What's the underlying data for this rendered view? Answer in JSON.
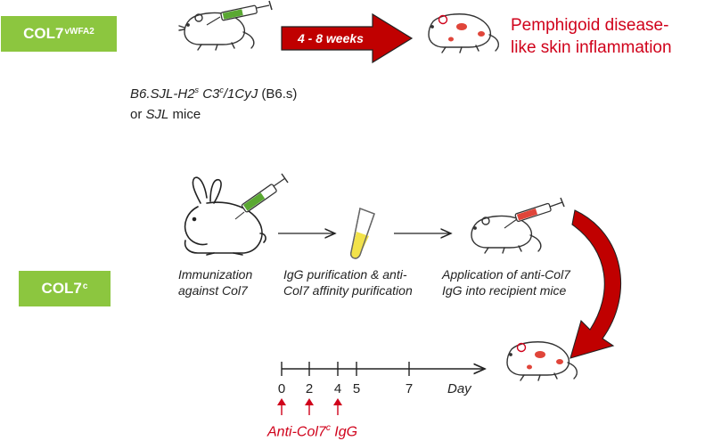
{
  "model1": {
    "tag": "COL7",
    "tag_sup": "vWFA2",
    "duration": "4 - 8 weeks",
    "outcome_line1": "Pemphigoid disease-",
    "outcome_line2": "like skin inflammation",
    "strain_a": "B6.SJL-H2",
    "strain_a_sup": "s",
    "strain_b": " C3",
    "strain_b_sup": "c",
    "strain_c": "/1CyJ",
    "strain_d": " (B6.s)",
    "strain_or": "or ",
    "strain_sjl": "SJL",
    "strain_mice": " mice"
  },
  "model2": {
    "tag": "COL7",
    "tag_sup": "c",
    "step1_line1": "Immunization",
    "step1_line2": "against Col7",
    "step2_line1": "IgG purification & anti-",
    "step2_line2": "Col7 affinity purification",
    "step3_line1": "Application of anti-Col7",
    "step3_line2": "IgG into recipient mice",
    "timeline_ticks": [
      "0",
      "2",
      "4",
      "5",
      "7"
    ],
    "timeline_unit": "Day",
    "injection_days": [
      "0",
      "2",
      "4"
    ],
    "injection_label_a": "Anti-Col7",
    "injection_label_sup": "c",
    "injection_label_b": " IgG"
  },
  "colors": {
    "tag_green": "#8cc63f",
    "arrow_red": "#c00000",
    "text_red": "#d0021b",
    "syringe_green": "#5aa832",
    "syringe_red": "#e0453a",
    "serum_yellow": "#f2e24a"
  }
}
